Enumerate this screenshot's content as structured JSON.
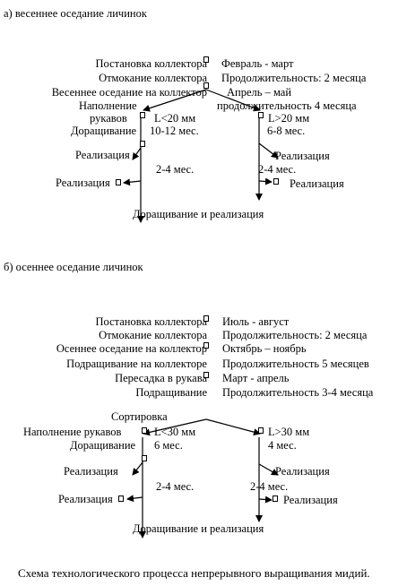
{
  "section_a": {
    "title": "а) весеннее оседание личинок",
    "left_steps": [
      "Постановка коллектора",
      "Отмокание коллектора",
      "Весеннее оседание на коллектор"
    ],
    "right_steps": [
      "Февраль - март",
      "Продолжительность: 2 месяца",
      "Апрель – май",
      "продолжительность 4 месяца"
    ],
    "fill_line1": "Наполнение",
    "fill_line2": "рукавов",
    "growout": "Доращивание",
    "left_size": "L<20 мм",
    "left_months": "10-12 мес.",
    "right_size": "L>20 мм",
    "right_months": "6-8 мес.",
    "sale": "Реализация",
    "period": "2-4 мес.",
    "final": "Доращивание и реализация"
  },
  "section_b": {
    "title": "б) осеннее оседание личинок",
    "left_steps": [
      "Постановка коллектора",
      "Отмокание коллектора",
      "Осеннее оседание на коллектор",
      "Подращивание на коллекторе",
      "Пересадка в рукава",
      "Подращивание"
    ],
    "right_steps": [
      "Июль - август",
      "Продолжительность: 2 месяца",
      "Октябрь – ноябрь",
      "Продолжительность 5 месяцев",
      "Март - апрель",
      "Продолжительность 3-4 месяца"
    ],
    "sorting": "Сортировка",
    "fill": "Наполнение рукавов",
    "growout": "Доращивание",
    "left_size": "L<30 мм",
    "left_months": "6 мес.",
    "right_size": "L>30 мм",
    "right_months": "4 мес.",
    "sale": "Реализация",
    "period": "2-4 мес.",
    "final": "Доращивание и реализация"
  },
  "caption": "Схема технологического процесса непрерывного выращивания мидий."
}
